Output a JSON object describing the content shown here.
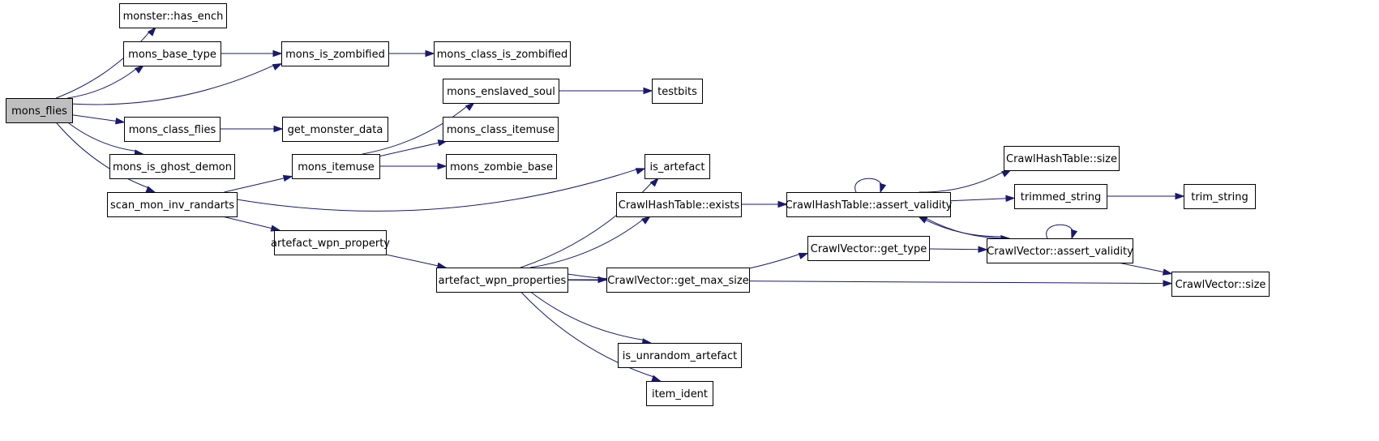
{
  "colors": {
    "edge": "#191970",
    "root_fill": "#bfbfbf",
    "node_fill": "#ffffff",
    "node_stroke": "#000000"
  },
  "nodes": [
    {
      "id": "mons_flies",
      "label": "mons_flies",
      "root": true
    },
    {
      "id": "monster_has_ench",
      "label": "monster::has_ench"
    },
    {
      "id": "mons_base_type",
      "label": "mons_base_type"
    },
    {
      "id": "mons_is_zombified",
      "label": "mons_is_zombified"
    },
    {
      "id": "mons_class_is_zombified",
      "label": "mons_class_is_zombified"
    },
    {
      "id": "mons_class_flies",
      "label": "mons_class_flies"
    },
    {
      "id": "get_monster_data",
      "label": "get_monster_data"
    },
    {
      "id": "mons_is_ghost_demon",
      "label": "mons_is_ghost_demon"
    },
    {
      "id": "scan_mon_inv_randarts",
      "label": "scan_mon_inv_randarts"
    },
    {
      "id": "mons_itemuse",
      "label": "mons_itemuse"
    },
    {
      "id": "mons_enslaved_soul",
      "label": "mons_enslaved_soul"
    },
    {
      "id": "testbits",
      "label": "testbits"
    },
    {
      "id": "mons_class_itemuse",
      "label": "mons_class_itemuse"
    },
    {
      "id": "mons_zombie_base",
      "label": "mons_zombie_base"
    },
    {
      "id": "is_artefact",
      "label": "is_artefact"
    },
    {
      "id": "artefact_wpn_property",
      "label": "artefact_wpn_property"
    },
    {
      "id": "artefact_wpn_properties",
      "label": "artefact_wpn_properties"
    },
    {
      "id": "crawlhashtable_exists",
      "label": "CrawlHashTable::exists"
    },
    {
      "id": "crawlhashtable_assert_validity",
      "label": "CrawlHashTable::assert_validity"
    },
    {
      "id": "crawlhashtable_size",
      "label": "CrawlHashTable::size"
    },
    {
      "id": "trimmed_string",
      "label": "trimmed_string"
    },
    {
      "id": "trim_string",
      "label": "trim_string"
    },
    {
      "id": "crawlvector_get_type",
      "label": "CrawlVector::get_type"
    },
    {
      "id": "crawlvector_assert_validity",
      "label": "CrawlVector::assert_validity"
    },
    {
      "id": "crawlvector_size",
      "label": "CrawlVector::size"
    },
    {
      "id": "crawlvector_get_max_size",
      "label": "CrawlVector::get_max_size"
    },
    {
      "id": "is_unrandom_artefact",
      "label": "is_unrandom_artefact"
    },
    {
      "id": "item_ident",
      "label": "item_ident"
    }
  ],
  "edges": [
    {
      "from": "mons_flies",
      "to": "monster_has_ench"
    },
    {
      "from": "mons_flies",
      "to": "mons_base_type"
    },
    {
      "from": "mons_flies",
      "to": "mons_is_zombified"
    },
    {
      "from": "mons_flies",
      "to": "mons_class_flies"
    },
    {
      "from": "mons_flies",
      "to": "mons_is_ghost_demon"
    },
    {
      "from": "mons_flies",
      "to": "scan_mon_inv_randarts"
    },
    {
      "from": "mons_base_type",
      "to": "mons_is_zombified"
    },
    {
      "from": "mons_is_zombified",
      "to": "mons_class_is_zombified"
    },
    {
      "from": "mons_class_flies",
      "to": "get_monster_data"
    },
    {
      "from": "scan_mon_inv_randarts",
      "to": "mons_itemuse"
    },
    {
      "from": "scan_mon_inv_randarts",
      "to": "is_artefact"
    },
    {
      "from": "scan_mon_inv_randarts",
      "to": "artefact_wpn_property"
    },
    {
      "from": "mons_itemuse",
      "to": "mons_enslaved_soul"
    },
    {
      "from": "mons_itemuse",
      "to": "mons_class_itemuse"
    },
    {
      "from": "mons_itemuse",
      "to": "mons_zombie_base"
    },
    {
      "from": "mons_enslaved_soul",
      "to": "testbits"
    },
    {
      "from": "artefact_wpn_property",
      "to": "artefact_wpn_properties"
    },
    {
      "from": "artefact_wpn_properties",
      "to": "is_artefact"
    },
    {
      "from": "artefact_wpn_properties",
      "to": "crawlhashtable_exists"
    },
    {
      "from": "artefact_wpn_properties",
      "to": "crawlvector_get_type"
    },
    {
      "from": "artefact_wpn_properties",
      "to": "crawlvector_get_max_size"
    },
    {
      "from": "artefact_wpn_properties",
      "to": "crawlvector_size"
    },
    {
      "from": "artefact_wpn_properties",
      "to": "is_unrandom_artefact"
    },
    {
      "from": "artefact_wpn_properties",
      "to": "item_ident"
    },
    {
      "from": "crawlhashtable_exists",
      "to": "crawlhashtable_assert_validity"
    },
    {
      "from": "crawlhashtable_assert_validity",
      "to": "crawlhashtable_assert_validity"
    },
    {
      "from": "crawlhashtable_assert_validity",
      "to": "crawlhashtable_size"
    },
    {
      "from": "crawlhashtable_assert_validity",
      "to": "trimmed_string"
    },
    {
      "from": "crawlhashtable_assert_validity",
      "to": "crawlvector_assert_validity"
    },
    {
      "from": "trimmed_string",
      "to": "trim_string"
    },
    {
      "from": "crawlvector_get_type",
      "to": "crawlvector_assert_validity"
    },
    {
      "from": "crawlvector_assert_validity",
      "to": "crawlhashtable_assert_validity"
    },
    {
      "from": "crawlvector_assert_validity",
      "to": "crawlvector_assert_validity"
    },
    {
      "from": "crawlvector_assert_validity",
      "to": "crawlvector_size"
    }
  ]
}
